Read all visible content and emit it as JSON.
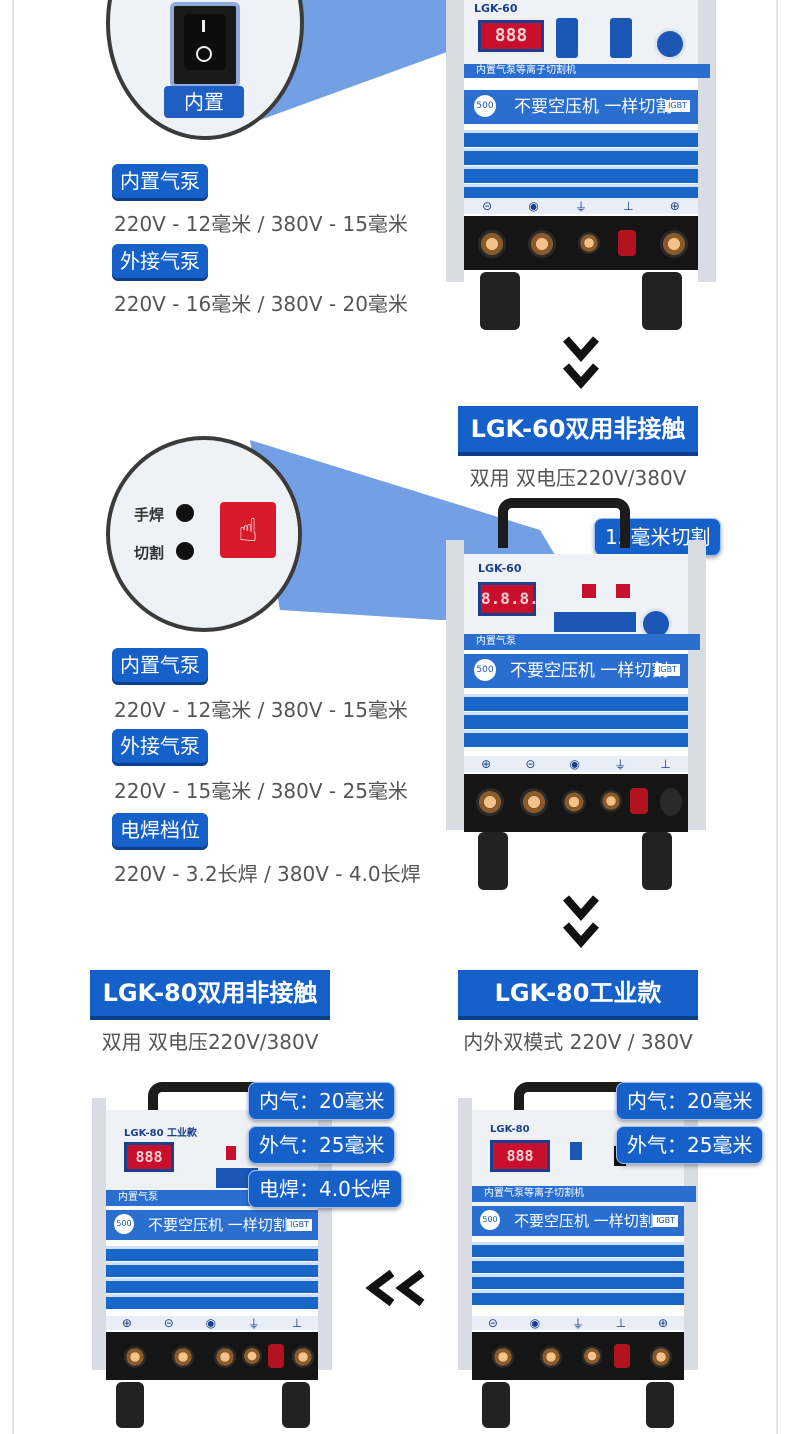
{
  "section1": {
    "tag_internal": "内置气泵",
    "spec_internal": "220V - 12毫米  /  380V - 15毫米",
    "tag_external": "外接气泵",
    "spec_external": "220V - 16毫米  /  380V - 20毫米",
    "lens_label": "内置",
    "machine_model": "LGK-60",
    "machine_strip": "内置气泵等离子切割机",
    "machine_slogan": "不要空压机 一样切割",
    "badge_500": "500",
    "badge_igbt": "IGBT",
    "led": "888"
  },
  "section2": {
    "banner": "LGK-60双用非接触",
    "subtitle": "双用 双电压220V/380V",
    "pill": "15毫米切割",
    "lens_label_a": "手焊",
    "lens_label_b": "切割",
    "tag_internal": "内置气泵",
    "spec_internal": "220V - 12毫米  /  380V - 15毫米",
    "tag_external": "外接气泵",
    "spec_external": "220V - 15毫米  /  380V - 25毫米",
    "tag_weld": "电焊档位",
    "spec_weld": "220V - 3.2长焊 / 380V - 4.0长焊",
    "machine_model": "LGK-60",
    "machine_strip": "内置气泵",
    "machine_slogan": "不要空压机 一样切割",
    "badge_500": "500",
    "badge_igbt": "IGBT",
    "led": "8.8.8."
  },
  "section3_left": {
    "banner": "LGK-80双用非接触",
    "subtitle": "双用 双电压220V/380V",
    "pill_internal": "内气：20毫米",
    "pill_external": "外气：25毫米",
    "pill_weld": "电焊：4.0长焊",
    "machine_model": "LGK-80 工业款",
    "machine_strip": "内置气泵",
    "machine_slogan": "不要空压机 一样切割",
    "badge_500": "500",
    "badge_igbt": "IGBT",
    "led": "888"
  },
  "section3_right": {
    "banner": "LGK-80工业款",
    "subtitle": "内外双模式  220V / 380V",
    "pill_internal": "内气：20毫米",
    "pill_external": "外气：25毫米",
    "machine_model": "LGK-80",
    "machine_strip": "内置气泵等离子切割机",
    "machine_slogan": "不要空压机 一样切割",
    "badge_500": "500",
    "badge_igbt": "IGBT",
    "led": "888"
  },
  "colors": {
    "brand_blue": "#1560c9",
    "dark_blue": "#0b3f8c",
    "led_red": "#c8102e"
  },
  "icons": [
    "chevron-down-double-icon",
    "chevron-left-double-icon",
    "hand-press-icon",
    "power-switch-icon"
  ]
}
